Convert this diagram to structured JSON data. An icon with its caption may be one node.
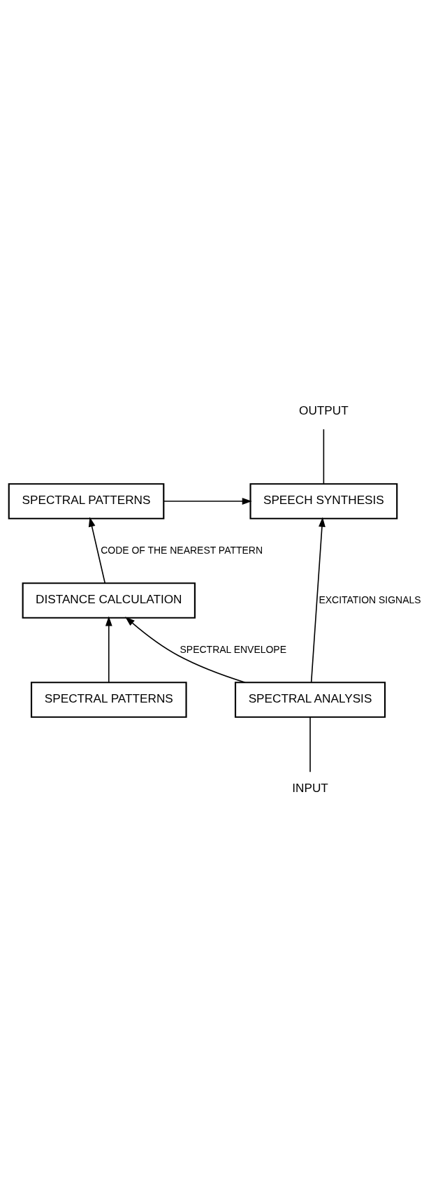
{
  "diagram": {
    "nodes": [
      {
        "text": [
          "INPUT"
        ]
      },
      {
        "text": [
          "SPECTRAL ANALYSIS"
        ]
      },
      {
        "text": [
          "DISTANCE CALCULATION"
        ]
      },
      {
        "text": [
          "SPECTRAL PATTERNS"
        ]
      },
      {
        "text": [
          "SPEECH SYNTHESIS"
        ]
      },
      {
        "text": [
          "SPECTRAL PATTERNS"
        ]
      },
      {
        "text": [
          "OUTPUT"
        ]
      }
    ],
    "edges": [
      {
        "from": 0,
        "to": 1,
        "arrow": "none"
      },
      {
        "from": 1,
        "to": 4,
        "arrow": "to",
        "label": "EXCITATION SIGNALS"
      },
      {
        "from": 1,
        "to": 2,
        "arrow": "to",
        "label": "SPECTRAL ENVELOPE"
      },
      {
        "from": 3,
        "to": 2,
        "arrow": "to"
      },
      {
        "from": 2,
        "to": 5,
        "arrow": "to",
        "label": "CODE OF THE NEAREST PATTERN"
      },
      {
        "from": 5,
        "to": 4,
        "arrow": "to"
      },
      {
        "from": 4,
        "to": 6,
        "arrow": "none"
      }
    ]
  }
}
